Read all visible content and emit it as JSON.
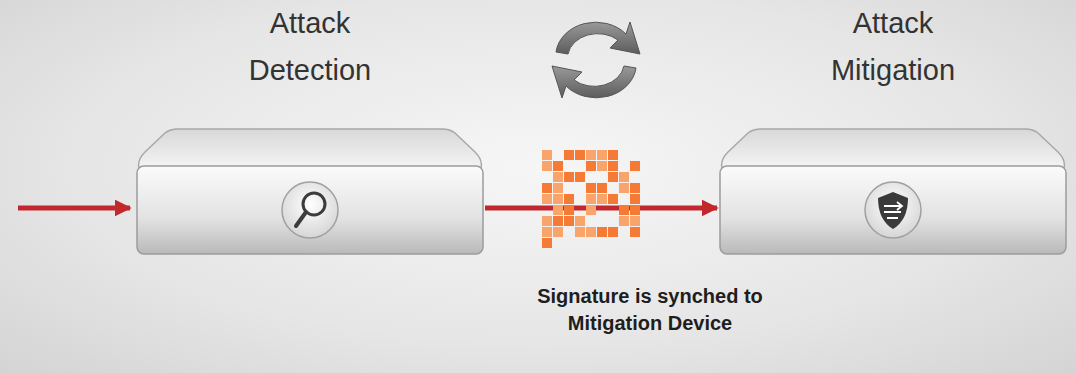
{
  "diagram": {
    "nodes": [
      {
        "text": [
          "Attack Detection"
        ]
      },
      {
        "text": [
          "Attack Mitigation"
        ]
      }
    ],
    "edges": [
      {
        "from": 0,
        "to": 1,
        "arrow": "to"
      }
    ],
    "labels": [
      "Signature is synched to Mitigation Device"
    ]
  }
}
